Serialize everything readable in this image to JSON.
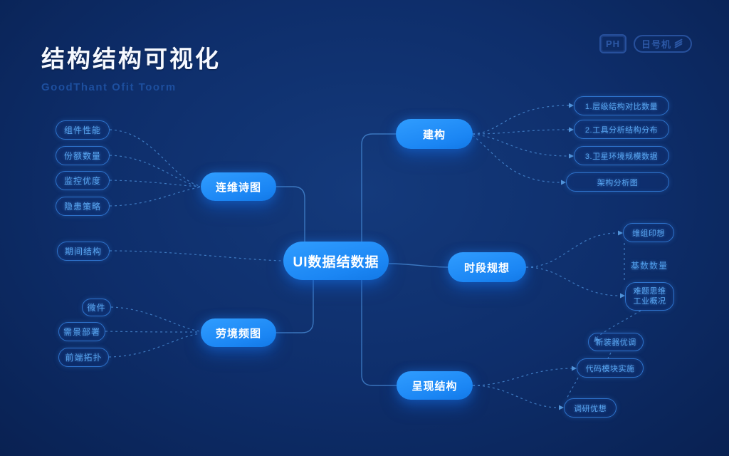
{
  "page": {
    "title": "结构结构可视化",
    "subtitle": "GoodThant Ofit Toorm",
    "badges": {
      "logo_box": "PH",
      "logo_pill": "日号机",
      "logo_pill_icon": "slash-icon"
    }
  },
  "colors": {
    "background": "#0e2e6b",
    "node_fill": "#1b86f4",
    "node_outline_border": "#2e73cc",
    "node_outline_text": "#58a4ee",
    "connector": "#4d93de",
    "title_text": "#f6f9ff",
    "subtitle_text": "#1d4f9f"
  },
  "diagram": {
    "central": {
      "label": "UI数据结数据"
    },
    "branches": {
      "left_top_group": {
        "hub": "连维诗图",
        "leaves": [
          "组件性能",
          "份额数量",
          "监控优度",
          "隐患策略"
        ]
      },
      "left_mid_leaf": "期间结构",
      "left_bottom_group": {
        "hub": "劳境频图",
        "leaves": [
          "微件",
          "需景部署",
          "前端拓扑"
        ]
      },
      "top_branch": {
        "hub": "建构",
        "leaves": [
          "1.层级结构对比数量",
          "2.工具分析结构分布",
          "3.卫星环境规模数据",
          "架构分析图"
        ]
      },
      "mid_branch": {
        "hub": "时段规想",
        "leaves": [
          "维组印想",
          "基数数量",
          "难题思维",
          "工业概况"
        ]
      },
      "bottom_branch": {
        "hub": "呈现结构",
        "leaves": [
          "新装器优调",
          "代码模块实施",
          "调研优想"
        ]
      }
    },
    "nodes": [
      {
        "id": "L1",
        "label": "组件性能"
      },
      {
        "id": "L2",
        "label": "份额数量"
      },
      {
        "id": "L3",
        "label": "监控优度"
      },
      {
        "id": "L4",
        "label": "隐患策略"
      },
      {
        "id": "L5",
        "label": "期间结构"
      },
      {
        "id": "L6",
        "label": "微件"
      },
      {
        "id": "L7",
        "label": "需景部署"
      },
      {
        "id": "L8",
        "label": "前端拓扑"
      },
      {
        "id": "F1",
        "label": "连维诗图"
      },
      {
        "id": "F2",
        "label": "劳境频图"
      },
      {
        "id": "C",
        "label": "UI数据结数据"
      },
      {
        "id": "F3",
        "label": "建构"
      },
      {
        "id": "F4",
        "label": "时段规想"
      },
      {
        "id": "F5",
        "label": "呈现结构"
      },
      {
        "id": "R1",
        "label": "1.层级结构对比数量"
      },
      {
        "id": "R2",
        "label": "2.工具分析结构分布"
      },
      {
        "id": "R3",
        "label": "3.卫星环境规模数据"
      },
      {
        "id": "R4",
        "label": "架构分析图"
      },
      {
        "id": "RM1",
        "label": "维组印想"
      },
      {
        "id": "RM2",
        "label": "基数数量"
      },
      {
        "id": "RM3",
        "label": "难题思维",
        "label2": "工业概况"
      },
      {
        "id": "RB1",
        "label": "新装器优调"
      },
      {
        "id": "RB2",
        "label": "代码模块实施"
      },
      {
        "id": "RB3",
        "label": "调研优想"
      }
    ]
  }
}
